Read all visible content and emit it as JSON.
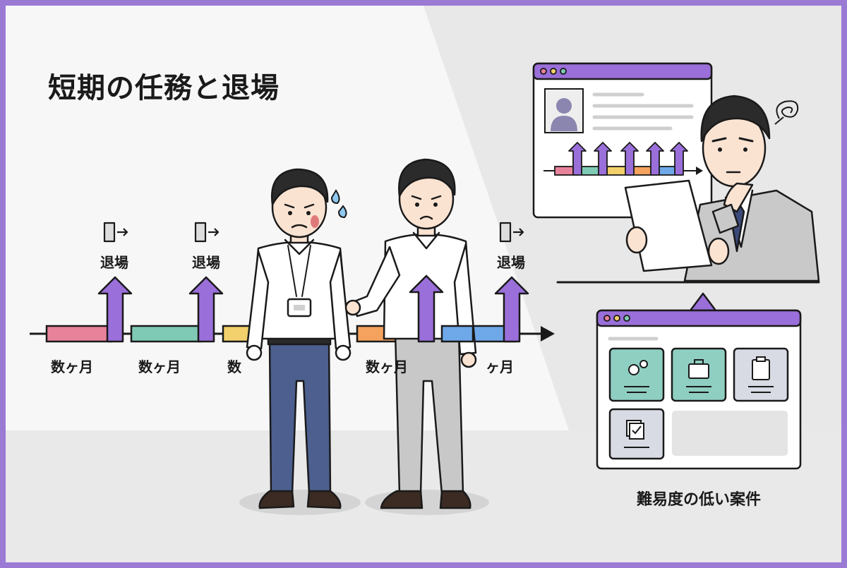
{
  "title": "短期の任務と退場",
  "exit_label": "退場",
  "duration_label": "数ヶ月",
  "duration_partial_left": "数",
  "duration_partial_right": "ヶ月",
  "caption": "難易度の低い案件",
  "colors": {
    "frame": "#9b7ad6",
    "arrow": "#9a6fd9",
    "segments": [
      "#e8829b",
      "#7fcab5",
      "#f2d06b",
      "#f4a25e",
      "#6fa8e8"
    ],
    "shirt": "#ffffff",
    "navy_pants": "#4c5f8f",
    "gray_pants": "#c8c8c8",
    "background_light": "#f7f7f7",
    "background_gray": "#e6e6e6"
  },
  "icons": [
    "exit-door-icon",
    "person-icon",
    "gear-icon",
    "briefcase-icon",
    "clipboard-icon",
    "checklist-icon",
    "window-dots-icon",
    "scribble-icon",
    "sweat-drop-icon"
  ]
}
